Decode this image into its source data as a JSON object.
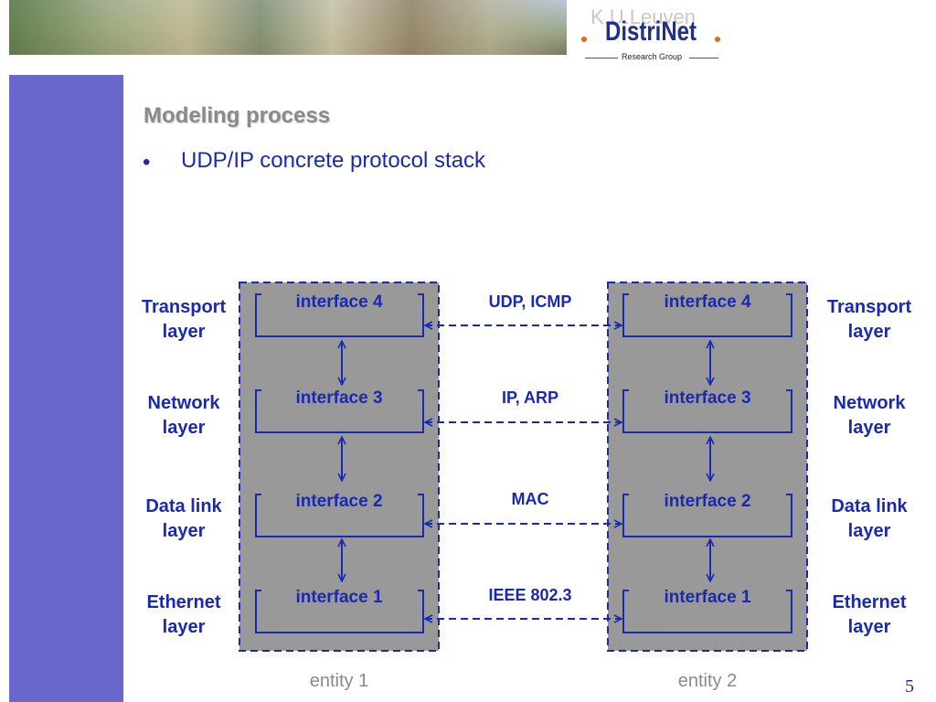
{
  "header": {
    "logo_watermark": "K.U.Leuven",
    "logo_name": "DistriNet",
    "logo_subtitle": "Research Group"
  },
  "title": "Modeling process",
  "bullet": {
    "marker": "•",
    "text": "UDP/IP concrete protocol stack"
  },
  "layers_left": [
    {
      "line1": "Transport",
      "line2": "layer"
    },
    {
      "line1": "Network",
      "line2": "layer"
    },
    {
      "line1": "Data link",
      "line2": "layer"
    },
    {
      "line1": "Ethernet",
      "line2": "layer"
    }
  ],
  "layers_right": [
    {
      "line1": "Transport",
      "line2": "layer"
    },
    {
      "line1": "Network",
      "line2": "layer"
    },
    {
      "line1": "Data link",
      "line2": "layer"
    },
    {
      "line1": "Ethernet",
      "line2": "layer"
    }
  ],
  "protocols": [
    "UDP, ICMP",
    "IP, ARP",
    "MAC",
    "IEEE 802.3"
  ],
  "entity1": {
    "label": "entity 1",
    "interfaces": [
      "interface 4",
      "interface 3",
      "interface 2",
      "interface 1"
    ]
  },
  "entity2": {
    "label": "entity 2",
    "interfaces": [
      "interface 4",
      "interface 3",
      "interface 2",
      "interface 1"
    ]
  },
  "page_number": "5",
  "colors": {
    "text_blue": "#1a2ab0",
    "sidebar": "#6767cc",
    "entity_fill": "#999999",
    "title_gray": "#8a8a8a"
  }
}
